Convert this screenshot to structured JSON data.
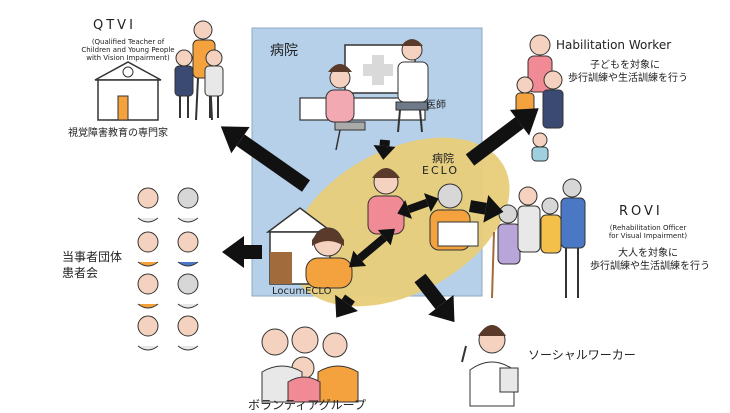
{
  "hospital": {
    "label": "病院",
    "doctor_label": "医師",
    "eclo_line1": "病院",
    "eclo_line2": "ECLO"
  },
  "locum": {
    "label": "LocumECLO"
  },
  "qtvi": {
    "title": "QTVI",
    "subtitle_1": "(Qualified Teacher of",
    "subtitle_2": "Children and Young People",
    "subtitle_3": "with Vision Impairment)",
    "description": "視覚障害教育の専門家"
  },
  "habilitation": {
    "title": "Habilitation Worker",
    "desc_1": "子どもを対象に",
    "desc_2": "歩行訓練や生活訓練を行う"
  },
  "rovi": {
    "title": "ROVI",
    "subtitle_1": "(Rehabilitation Officer",
    "subtitle_2": "for Visual Impairment)",
    "desc_1": "大人を対象に",
    "desc_2": "歩行訓練や生活訓練を行う"
  },
  "patient_groups": {
    "line1": "当事者団体",
    "line2": "患者会"
  },
  "social_worker": {
    "label": "ソーシャルワーカー"
  },
  "volunteer": {
    "label": "ボランティアグループ"
  },
  "colors": {
    "hospital_bg": "#b6d0e9",
    "eclo_ellipse": "#e8cd7a",
    "arrow": "#111111"
  }
}
